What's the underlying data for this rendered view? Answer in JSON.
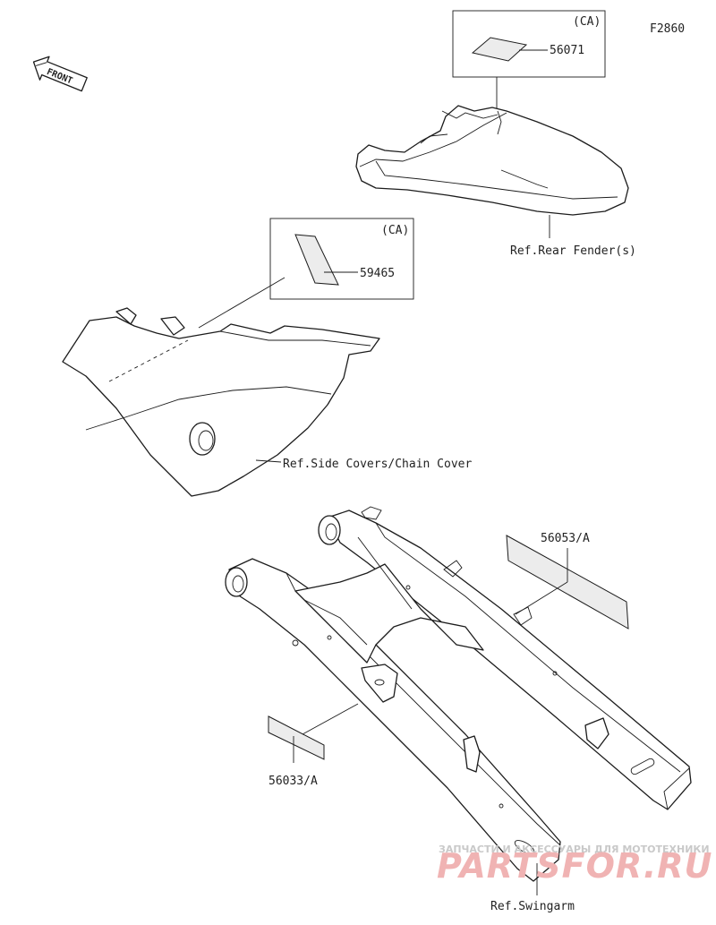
{
  "diagram_code": "F2860",
  "front_marker": "FRONT",
  "ca_tag": "(CA)",
  "parts": {
    "rear_label_part": "56071",
    "side_label_part": "59465",
    "swingarm_label_upper": "56053/A",
    "swingarm_label_lower": "56033/A"
  },
  "references": {
    "rear_fender": "Ref.Rear Fender(s)",
    "side_covers": "Ref.Side Covers/Chain Cover",
    "swingarm": "Ref.Swingarm"
  },
  "watermark": {
    "tagline": "ЗАПЧАСТИ И АКСЕССУАРЫ ДЛЯ МОТОТЕХНИКИ",
    "brand": "PARTSFOR.RU"
  }
}
